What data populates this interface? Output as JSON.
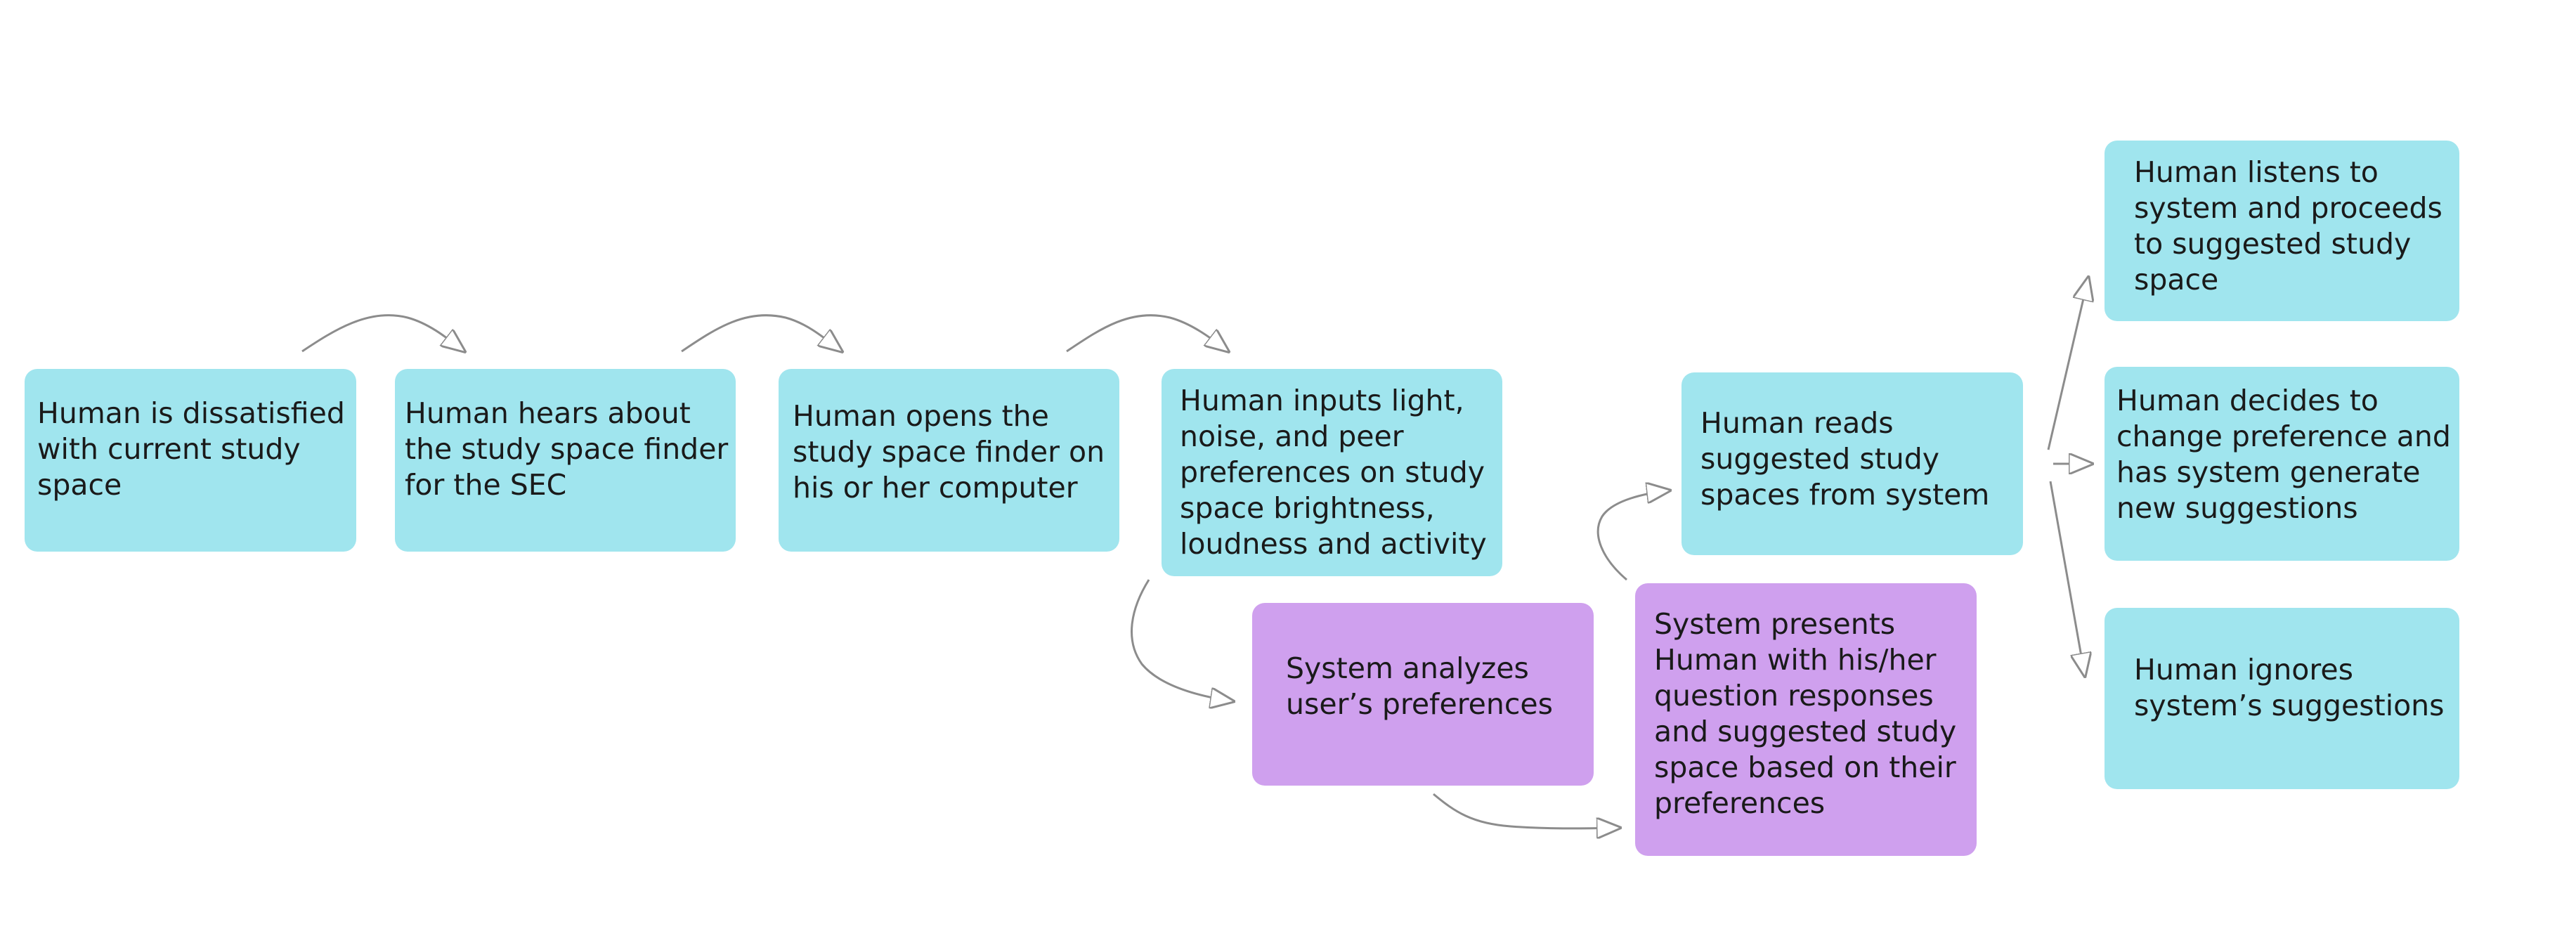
{
  "colors": {
    "human_step": "#a0e5ee",
    "system_step": "#cfa0ee",
    "connector": "#8c8c8c"
  },
  "steps": [
    {
      "id": "dissatisfied",
      "actor": "human",
      "text": "Human is dissatisfied\nwith current study\nspace"
    },
    {
      "id": "hears",
      "actor": "human",
      "text": "Human hears about\nthe study space finder\nfor the SEC"
    },
    {
      "id": "opens",
      "actor": "human",
      "text": "Human opens the\nstudy space finder on\nhis or her computer"
    },
    {
      "id": "inputs",
      "actor": "human",
      "text": "Human inputs light,\nnoise, and peer\npreferences on study\nspace brightness,\nloudness and activity"
    },
    {
      "id": "analyzes",
      "actor": "system",
      "text": "System analyzes\nuser’s preferences"
    },
    {
      "id": "presents",
      "actor": "system",
      "text": "System presents\nHuman with his/her\nquestion responses\nand suggested study\nspace based on their\npreferences"
    },
    {
      "id": "reads",
      "actor": "human",
      "text": "Human reads\nsuggested study\nspaces from system"
    },
    {
      "id": "listens",
      "actor": "human",
      "text": "Human listens to\nsystem and proceeds\nto suggested study\nspace"
    },
    {
      "id": "changes",
      "actor": "human",
      "text": "Human decides to\nchange preference and\nhas system generate\nnew suggestions"
    },
    {
      "id": "ignores",
      "actor": "human",
      "text": "Human ignores\nsystem’s suggestions"
    }
  ],
  "connections": [
    {
      "from": "dissatisfied",
      "to": "hears"
    },
    {
      "from": "hears",
      "to": "opens"
    },
    {
      "from": "opens",
      "to": "inputs"
    },
    {
      "from": "inputs",
      "to": "analyzes"
    },
    {
      "from": "analyzes",
      "to": "presents"
    },
    {
      "from": "presents",
      "to": "reads"
    },
    {
      "from": "reads",
      "to": "listens"
    },
    {
      "from": "reads",
      "to": "changes"
    },
    {
      "from": "reads",
      "to": "ignores"
    }
  ]
}
